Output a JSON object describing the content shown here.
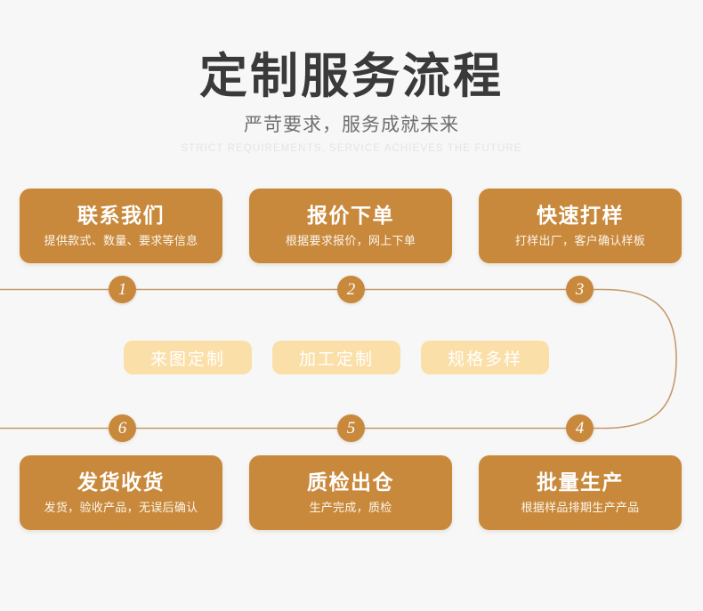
{
  "header": {
    "title": "定制服务流程",
    "subtitle": "严苛要求，服务成就未来",
    "tagline": "STRICT REQUIREMENTS, SERVICE ACHIEVES THE FUTURE"
  },
  "theme": {
    "background": "#f7f7f7",
    "accent": "#c8893c",
    "pill_background": "#fbdfa9",
    "line_color": "#c69a6a",
    "title_color": "#3a3a3a",
    "subtitle_color": "#6f6f6f",
    "tagline_color": "#e4e4e4"
  },
  "steps": [
    {
      "number": "1",
      "title": "联系我们",
      "desc": "提供款式、数量、要求等信息"
    },
    {
      "number": "2",
      "title": "报价下单",
      "desc": "根据要求报价，网上下单"
    },
    {
      "number": "3",
      "title": "快速打样",
      "desc": "打样出厂，客户确认样板"
    },
    {
      "number": "4",
      "title": "批量生产",
      "desc": "根据样品排期生产产品"
    },
    {
      "number": "5",
      "title": "质检出仓",
      "desc": "生产完成，质检"
    },
    {
      "number": "6",
      "title": "发货收货",
      "desc": "发货，验收产品，无误后确认"
    }
  ],
  "features": [
    {
      "label": "来图定制"
    },
    {
      "label": "加工定制"
    },
    {
      "label": "规格多样"
    }
  ]
}
